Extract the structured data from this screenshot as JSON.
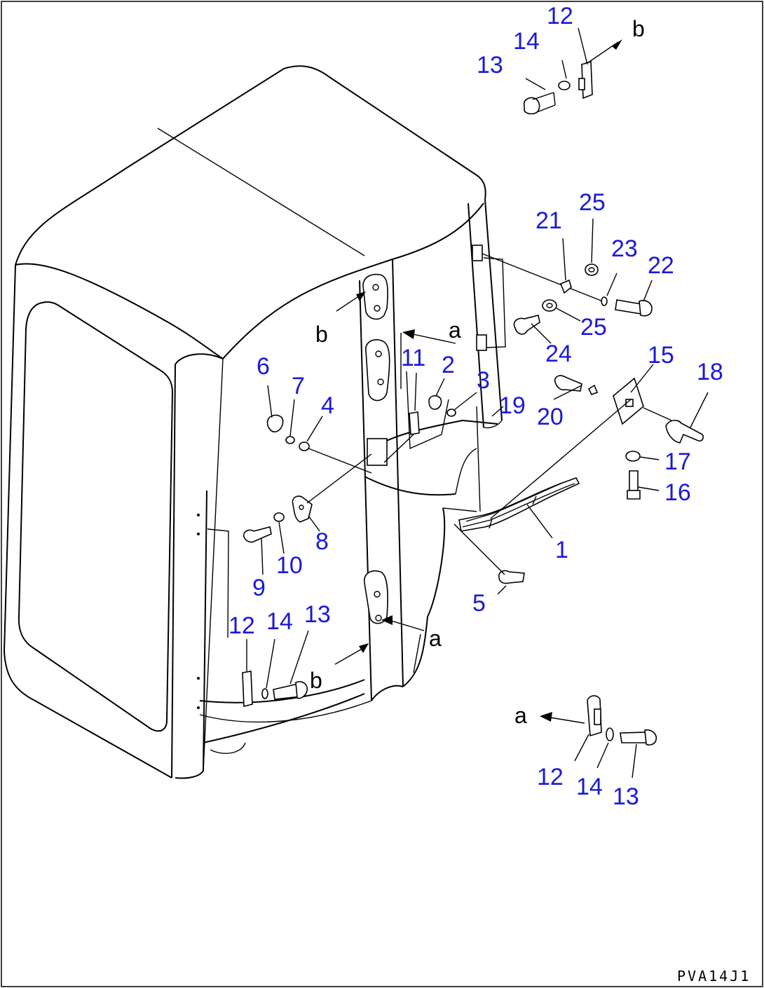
{
  "drawing": {
    "code": "PVA14J1",
    "callouts": {
      "top_b_hinge": {
        "n12": "12",
        "n14": "14",
        "n13": "13",
        "ref": "b"
      },
      "stay_upper": {
        "n25a": "25",
        "n21": "21",
        "n23": "23",
        "n22": "22",
        "n25b": "25",
        "n24": "24"
      },
      "side_left": {
        "n6": "6",
        "n7": "7",
        "n4": "4",
        "n8": "8",
        "n9": "9",
        "n10": "10"
      },
      "center": {
        "n11": "11",
        "n2": "2",
        "n3": "3",
        "n19": "19",
        "n5": "5",
        "n1": "1"
      },
      "bracket_right": {
        "n15": "15",
        "n18": "18",
        "n20": "20",
        "n17": "17",
        "n16": "16"
      },
      "lower_b_hinge": {
        "n12": "12",
        "n14": "14",
        "n13": "13",
        "ref": "b"
      },
      "bottom_a_hinge": {
        "n12": "12",
        "n14": "14",
        "n13": "13",
        "ref": "a"
      },
      "cab_refs": {
        "b_upper": "b",
        "a_upper": "a",
        "a_lower": "a"
      }
    }
  }
}
